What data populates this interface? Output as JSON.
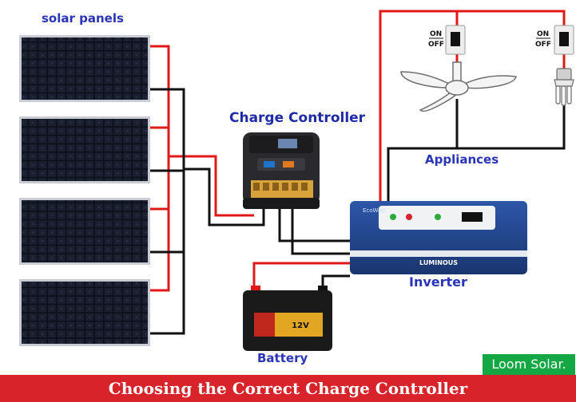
{
  "labels": {
    "solar_panels": "solar panels",
    "charge_controller": "Charge Controller",
    "appliances": "Appliances",
    "inverter": "Inverter",
    "battery": "Battery"
  },
  "switches": [
    {
      "top": "ON",
      "bottom": "OFF"
    },
    {
      "top": "ON",
      "bottom": "OFF"
    }
  ],
  "battery": {
    "voltage": "12V"
  },
  "inverter": {
    "brand": "LUMINOUS"
  },
  "brand": "Loom Solar.",
  "banner": "Choosing the Correct Charge Controller",
  "colors": {
    "positive_wire": "#e01818",
    "negative_wire": "#111111",
    "label_blue": "#2a34b8",
    "banner_red": "#d8232a",
    "brand_green": "#13a843",
    "inverter_blue": "#1f3f8a"
  }
}
